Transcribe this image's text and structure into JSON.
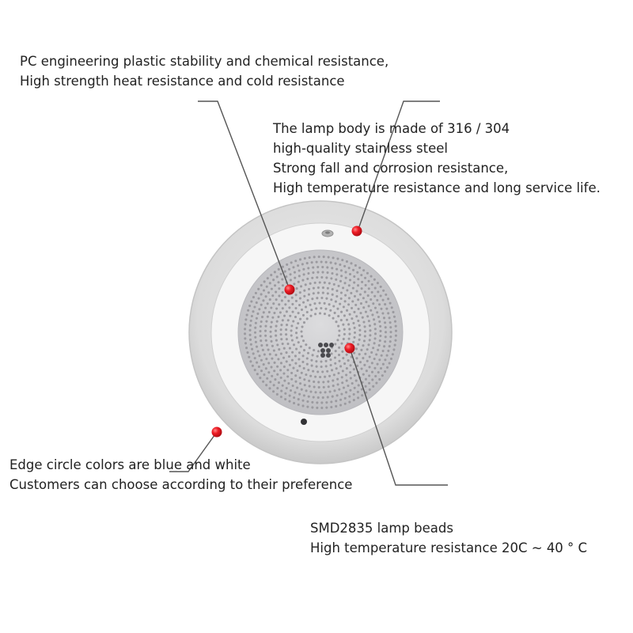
{
  "callouts": {
    "pc_material": {
      "lines": [
        "PC engineering plastic stability and chemical resistance,",
        "High strength heat resistance and cold resistance"
      ]
    },
    "steel_body": {
      "lines": [
        "The lamp body is made of 316 / 304",
        "high-quality stainless steel",
        "Strong fall and corrosion resistance,",
        "High temperature resistance and long service life."
      ]
    },
    "edge_colors": {
      "lines": [
        "Edge circle colors are blue and white",
        "Customers can choose according to their preference"
      ]
    },
    "lamp_beads": {
      "lines": [
        "SMD2835 lamp beads",
        "High temperature resistance 20C ~ 40 ° C"
      ]
    }
  },
  "colors": {
    "marker": "#ee1c25",
    "leader": "#555555",
    "outer_ring": "#d9d9d9",
    "inner_ring": "#f4f4f4",
    "bead_panel": "#cfcfd2",
    "bead": "#9b9a9f"
  }
}
